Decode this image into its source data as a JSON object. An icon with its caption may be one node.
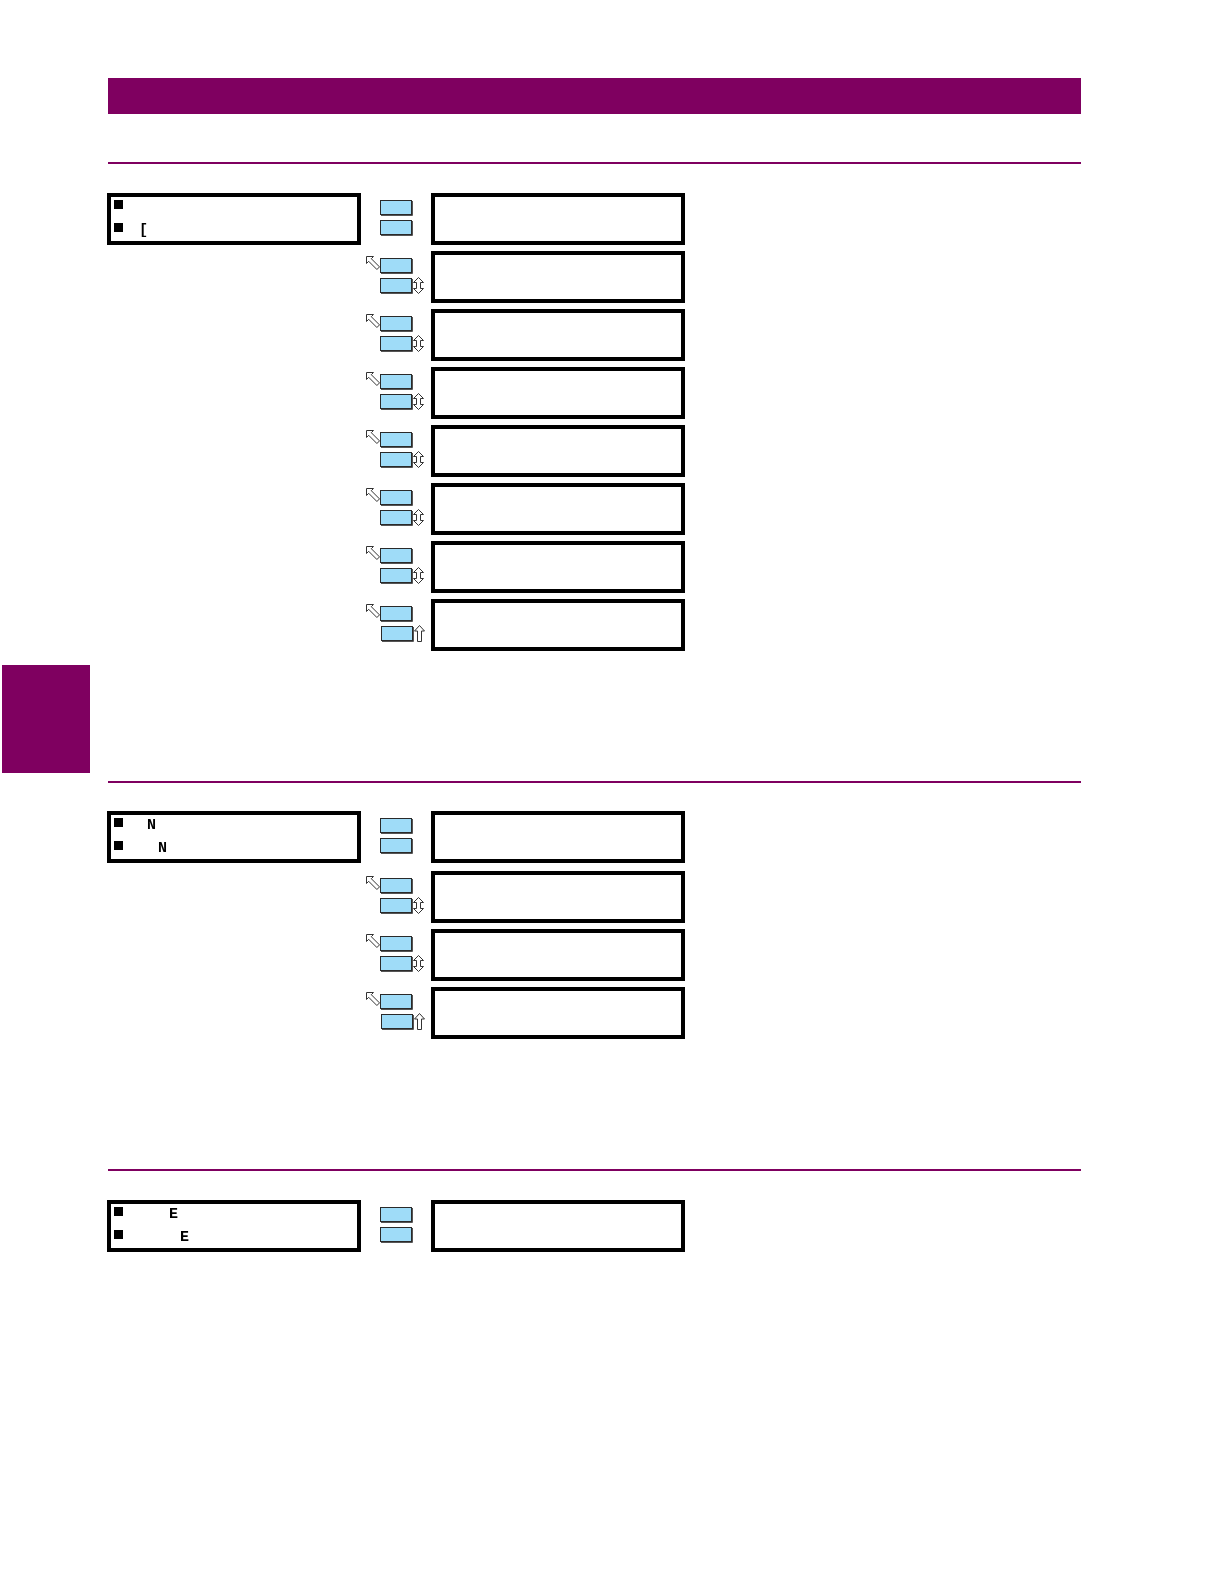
{
  "diagram": {
    "nodes": [
      {
        "text": [
          "["
        ]
      },
      {
        "text": [],
        "shape": "box"
      },
      {
        "text": [],
        "shape": "box"
      },
      {
        "text": [],
        "shape": "box"
      },
      {
        "text": [],
        "shape": "box"
      },
      {
        "text": [],
        "shape": "box"
      },
      {
        "text": [],
        "shape": "box"
      },
      {
        "text": [],
        "shape": "box"
      },
      {
        "text": [],
        "shape": "box"
      },
      {
        "text": [],
        "shape": "bar"
      },
      {
        "text": [
          "N",
          "N"
        ]
      },
      {
        "text": [],
        "shape": "box"
      },
      {
        "text": [],
        "shape": "box"
      },
      {
        "text": [],
        "shape": "box"
      },
      {
        "text": [],
        "shape": "box"
      },
      {
        "text": [
          "E",
          "E"
        ]
      },
      {
        "text": [],
        "shape": "box"
      }
    ]
  }
}
